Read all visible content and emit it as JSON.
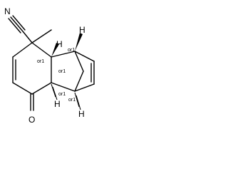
{
  "molecule": {
    "atom_labels": {
      "nitrogen": "N",
      "oxygen": "O",
      "hydrogen_top": "H",
      "hydrogen_mid_top": "H",
      "hydrogen_mid_bottom": "H",
      "hydrogen_bottom": "H"
    },
    "stereo_labels": {
      "c_quaternary": "or1",
      "c_bridgehead_top": "or1",
      "c_fusion_top": "or1",
      "c_fusion_bottom": "or1",
      "c_bridgehead_bottom": "or1"
    }
  }
}
